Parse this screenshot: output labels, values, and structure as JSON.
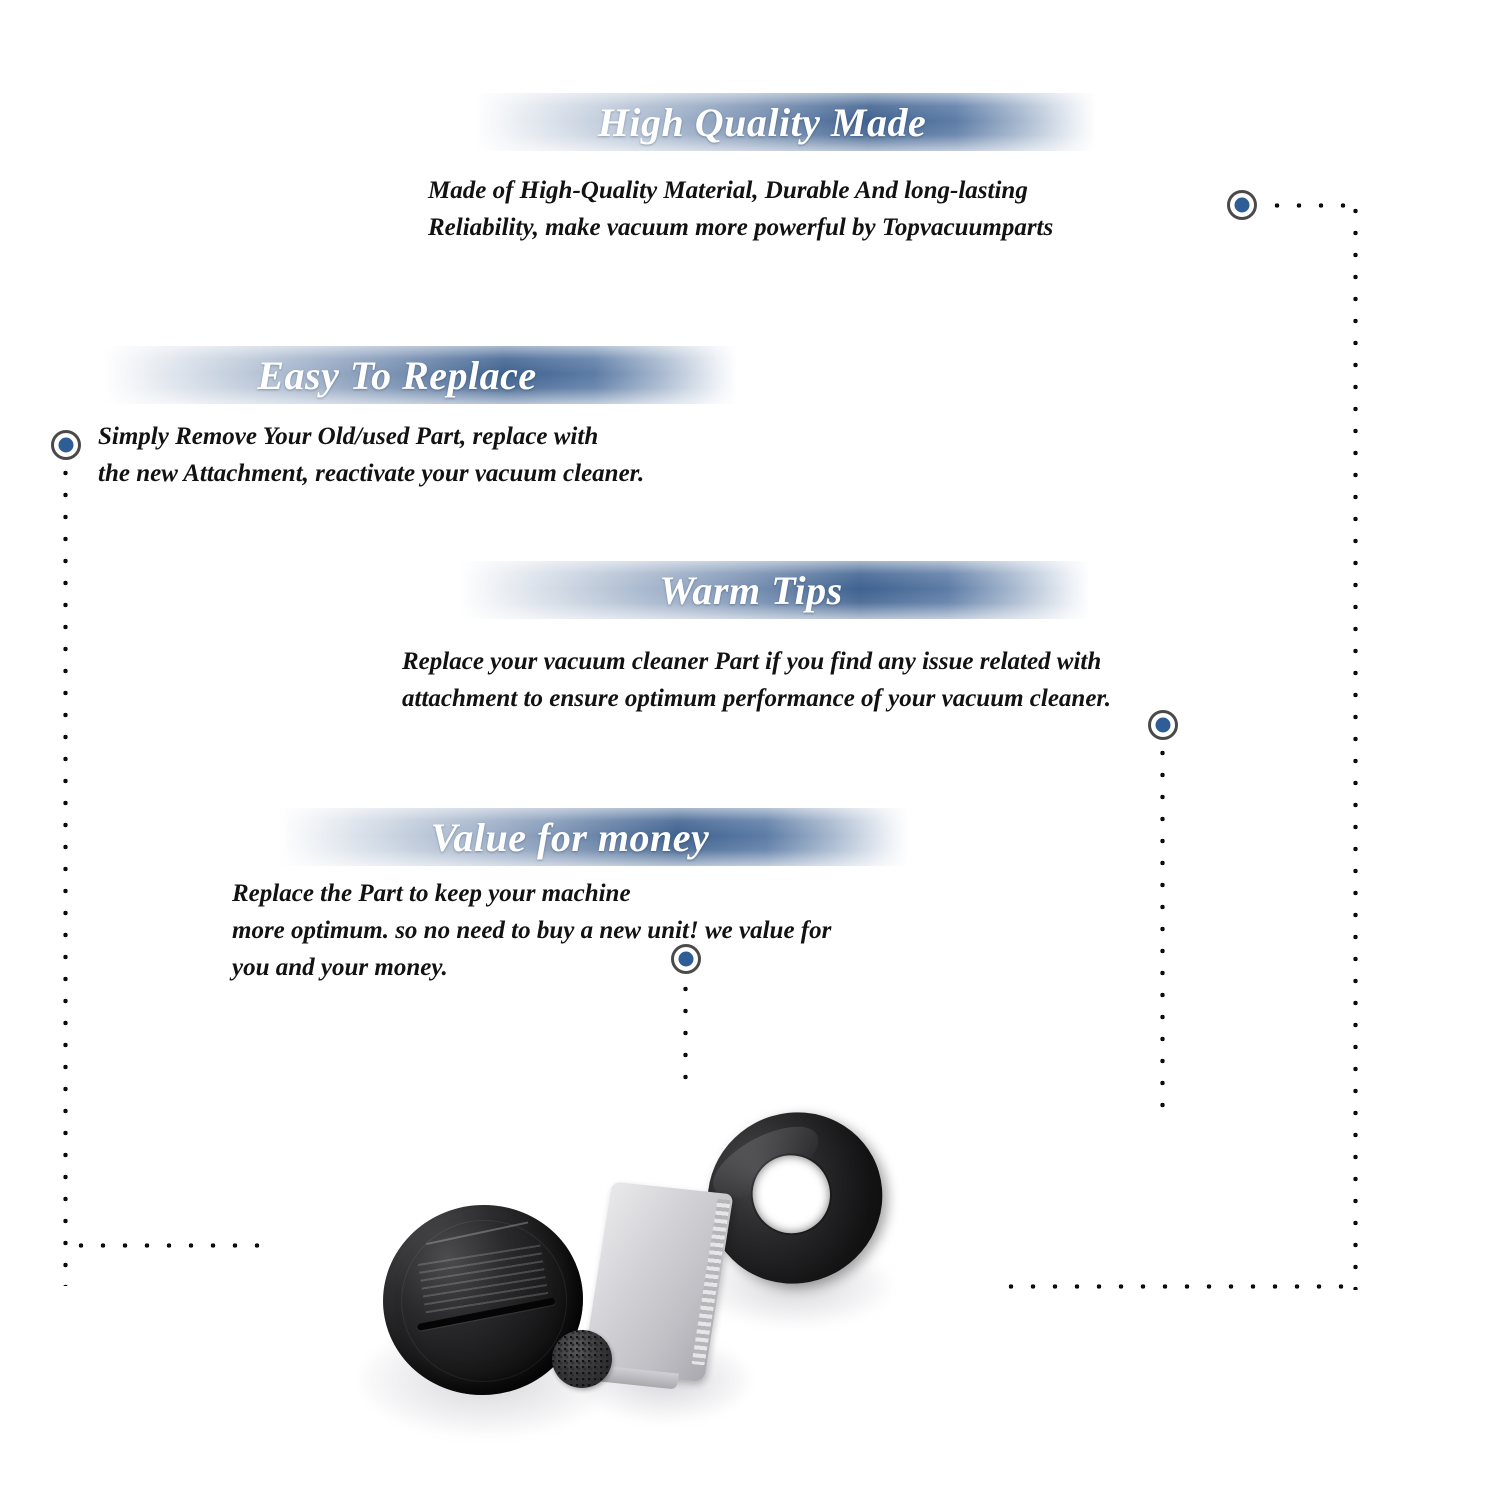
{
  "colors": {
    "banner_gradient_dark": "#3f6290",
    "banner_gradient_mid": "#7f96b6",
    "banner_text": "#ffffff",
    "body_text": "#121212",
    "marker_fill": "#2f5e96",
    "marker_ring": "#4a4a4a",
    "dot_line": "#0d0d0d",
    "background": "#ffffff"
  },
  "sections": [
    {
      "id": "high-quality-made",
      "title": "High Quality Made",
      "body": "Made of  High-Quality Material, Durable And long-lasting\nReliability, make vacuum more powerful by Topvacuumparts"
    },
    {
      "id": "easy-to-replace",
      "title": "Easy To Replace",
      "body": "Simply Remove Your Old/used Part, replace with\nthe new Attachment, reactivate your vacuum cleaner."
    },
    {
      "id": "warm-tips",
      "title": "Warm Tips",
      "body": "Replace your vacuum cleaner Part if you find any issue related with\nattachment to ensure optimum performance of your vacuum cleaner."
    },
    {
      "id": "value-for-money",
      "title": "Value for money",
      "body": "Replace the Part to keep your machine\nmore optimum. so no need to buy a new unit! we value for\nyou and your money."
    }
  ],
  "product": {
    "caption": "",
    "parts": [
      {
        "name": "black-round-cap",
        "label": "Black round cap with embossed instructions"
      },
      {
        "name": "grey-filter-frame",
        "label": "Grey filter frame"
      },
      {
        "name": "black-foam-ring",
        "label": "Black foam ring filter"
      },
      {
        "name": "round-foam-disc",
        "label": "Small round foam disc"
      }
    ]
  },
  "connectors": [
    {
      "name": "connector-high-quality-made"
    },
    {
      "name": "connector-easy-to-replace"
    },
    {
      "name": "connector-warm-tips"
    },
    {
      "name": "connector-value-for-money"
    }
  ]
}
